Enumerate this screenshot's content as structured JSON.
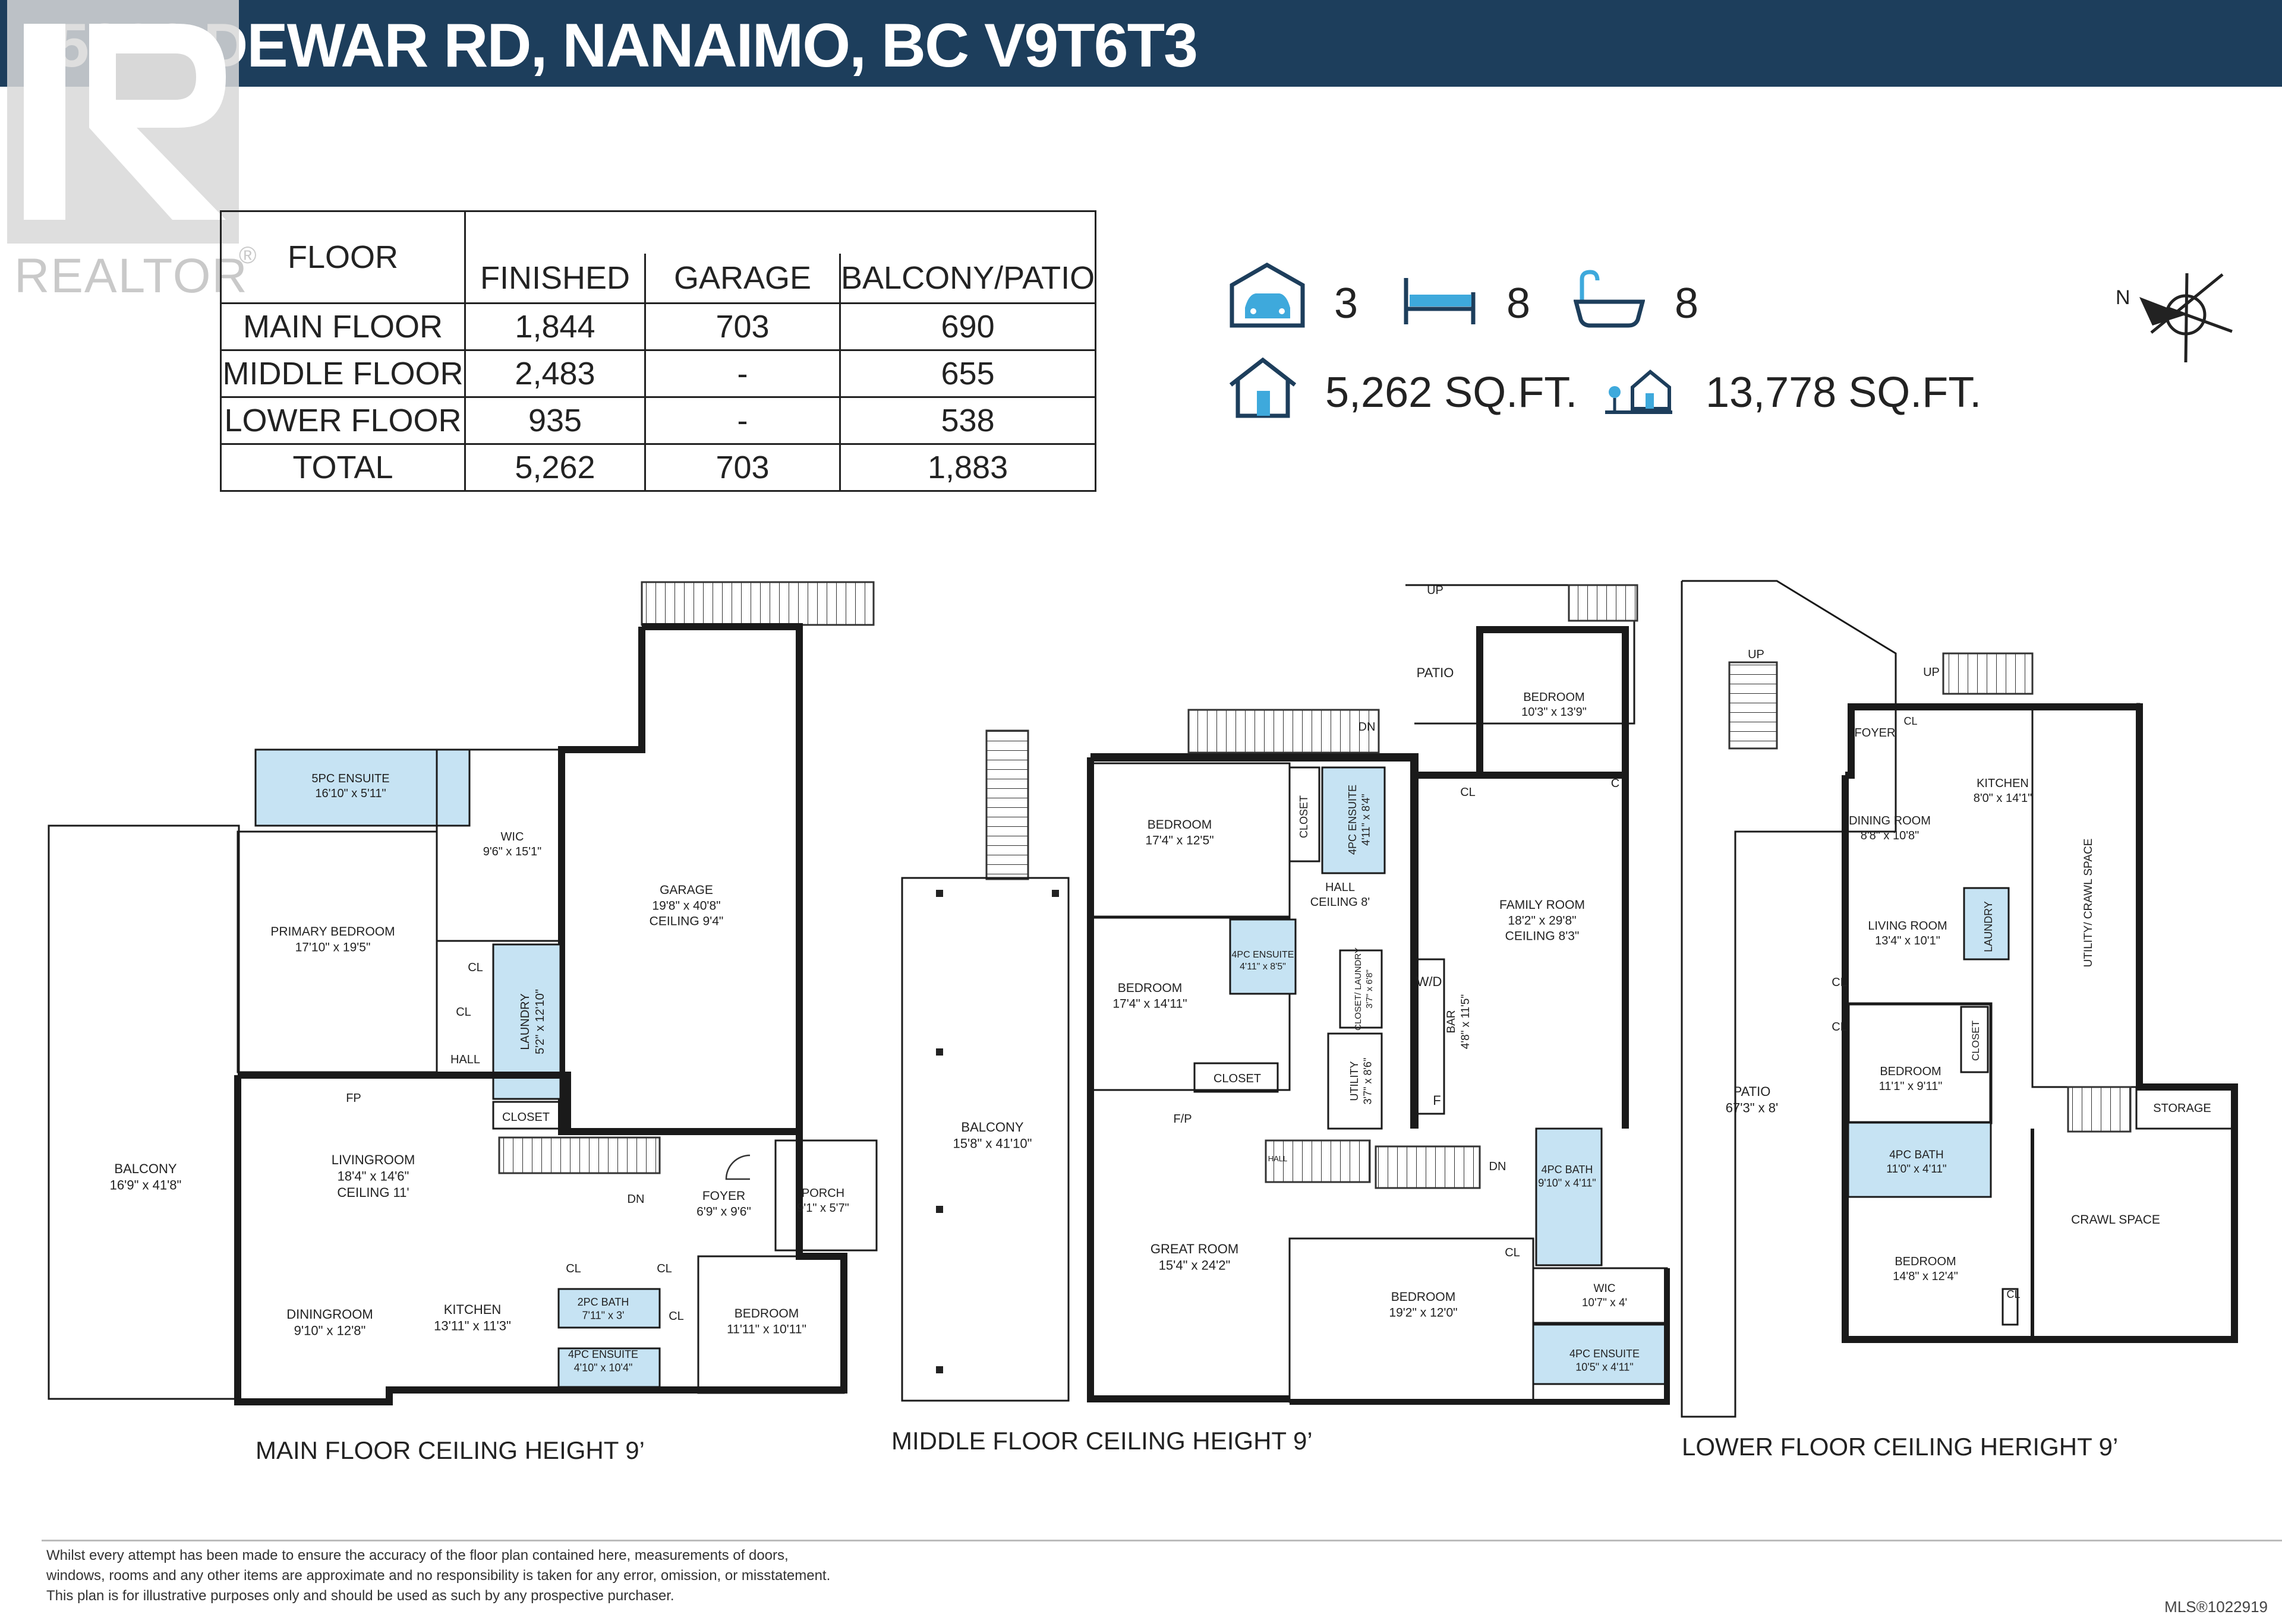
{
  "title": "5326 DEWAR RD, NANAIMO, BC V9T6T3",
  "brand": {
    "name": "REALTOR",
    "mark": "®"
  },
  "area_table": {
    "corner": "FLOOR",
    "headers": [
      "FINISHED",
      "GARAGE",
      "BALCONY/PATIO"
    ],
    "rows": [
      {
        "floor": "MAIN FLOOR",
        "finished": "1,844",
        "garage": "703",
        "balcony": "690"
      },
      {
        "floor": "MIDDLE FLOOR",
        "finished": "2,483",
        "garage": "-",
        "balcony": "655"
      },
      {
        "floor": "LOWER FLOOR",
        "finished": "935",
        "garage": "-",
        "balcony": "538"
      },
      {
        "floor": "TOTAL",
        "finished": "5,262",
        "garage": "703",
        "balcony": "1,883"
      }
    ]
  },
  "stats": {
    "garage": "3",
    "beds": "8",
    "baths": "8",
    "interior": "5,262 SQ.FT.",
    "lot": "13,778 SQ.FT."
  },
  "icons": [
    "garage-icon",
    "bed-icon",
    "bathtub-icon",
    "house-icon",
    "lot-icon",
    "compass-icon"
  ],
  "compass": {
    "north": "N"
  },
  "colors": {
    "header": "#1d3e5c",
    "room_highlight": "#c6e3f3",
    "wall": "#1a1a1a"
  },
  "floors": {
    "main": {
      "label": "MAIN FLOOR  CEILING HEIGHT 9’",
      "rooms": [
        {
          "name": "BALCONY",
          "dims": "16'9\" x 41'8\""
        },
        {
          "name": "5PC ENSUITE",
          "dims": "16'10\" x 5'11\""
        },
        {
          "name": "WIC",
          "dims": "9'6\" x 15'1\""
        },
        {
          "name": "GARAGE",
          "dims": "19'8\" x 40'8\"",
          "note": "CEILING 9'4\""
        },
        {
          "name": "PRIMARY BEDROOM",
          "dims": "17'10\" x 19'5\""
        },
        {
          "name": "LAUNDRY",
          "dims": "5'2\" x 12'10\""
        },
        {
          "name": "LIVINGROOM",
          "dims": "18'4\" x 14'6\"",
          "note": "CEILING 11'"
        },
        {
          "name": "DININGROOM",
          "dims": "9'10\" x 12'8\""
        },
        {
          "name": "KITCHEN",
          "dims": "13'11\" x 11'3\""
        },
        {
          "name": "2PC BATH",
          "dims": "7'11\" x 3'"
        },
        {
          "name": "4PC ENSUITE",
          "dims": "4'10\" x 10'4\""
        },
        {
          "name": "BEDROOM",
          "dims": "11'11\" x 10'11\""
        },
        {
          "name": "FOYER",
          "dims": "6'9\" x 9'6\""
        },
        {
          "name": "PORCH",
          "dims": "9'1\" x 5'7\""
        }
      ],
      "tags": [
        "CL",
        "CL",
        "HALL",
        "CLOSET",
        "FP",
        "DN",
        "CL",
        "CL",
        "CL"
      ]
    },
    "middle": {
      "label": "MIDDLE FLOOR  CEILING HEIGHT 9’",
      "rooms": [
        {
          "name": "BALCONY",
          "dims": "15'8\" x 41'10\""
        },
        {
          "name": "BEDROOM",
          "dims": "17'4\" x 12'5\""
        },
        {
          "name": "BEDROOM",
          "dims": "17'4\" x 14'11\""
        },
        {
          "name": "4PC ENSUITE",
          "dims": "4'11\" x 8'4\""
        },
        {
          "name": "4PC ENSUITE",
          "dims": "4'11\" x 8'5\""
        },
        {
          "name": "HALL",
          "dims": "",
          "note": "CEILING 8'"
        },
        {
          "name": "CLOSET/ LAUNDRY",
          "dims": "3'7\" x 6'8\""
        },
        {
          "name": "UTILITY",
          "dims": "3'7\" x 8'6\""
        },
        {
          "name": "BEDROOM",
          "dims": "10'3\" x 13'9\""
        },
        {
          "name": "FAMILY ROOM",
          "dims": "18'2\" x 29'8\"",
          "note": "CEILING 8'3\""
        },
        {
          "name": "BAR",
          "dims": "4'8\" x 11'5\""
        },
        {
          "name": "GREAT ROOM",
          "dims": "15'4\" x 24'2\""
        },
        {
          "name": "BEDROOM",
          "dims": "19'2\" x 12'0\""
        },
        {
          "name": "4PC BATH",
          "dims": "9'10\" x 4'11\""
        },
        {
          "name": "WIC",
          "dims": "10'7\" x 4'"
        },
        {
          "name": "4PC ENSUITE",
          "dims": "10'5\" x 4'11\""
        }
      ],
      "tags": [
        "UP",
        "PATIO",
        "DN",
        "CLOSET",
        "CLOSET",
        "CL",
        "C",
        "W/D",
        "F",
        "F/P",
        "HALL",
        "UP",
        "DN",
        "CL"
      ]
    },
    "lower": {
      "label": "LOWER FLOOR  CEILING HERIGHT 9’",
      "rooms": [
        {
          "name": "PATIO",
          "dims": "67'3\" x 8'"
        },
        {
          "name": "KITCHEN",
          "dims": "8'0\" x 14'1\""
        },
        {
          "name": "DINING ROOM",
          "dims": "8'8\" x 10'8\""
        },
        {
          "name": "LIVING ROOM",
          "dims": "13'4\" x 10'1\""
        },
        {
          "name": "LAUNDRY",
          "dims": ""
        },
        {
          "name": "UTILITY/ CRAWL SPACE",
          "dims": ""
        },
        {
          "name": "BEDROOM",
          "dims": "11'1\" x 9'11\""
        },
        {
          "name": "CLOSET",
          "dims": ""
        },
        {
          "name": "4PC BATH",
          "dims": "11'0\" x 4'11\""
        },
        {
          "name": "STORAGE",
          "dims": ""
        },
        {
          "name": "CRAWL SPACE",
          "dims": ""
        },
        {
          "name": "BEDROOM",
          "dims": "14'8\" x 12'4\""
        }
      ],
      "tags": [
        "UP",
        "UP",
        "FOYER",
        "CL",
        "CL",
        "CL",
        "CL"
      ]
    }
  },
  "disclaimer": [
    "Whilst every attempt has been made to ensure the accuracy of the floor plan contained here, measurements of doors,",
    "windows, rooms and any other items are approximate and no responsibility is taken for any error, omission, or misstatement.",
    "This plan is for illustrative purposes only and should be used as such by any prospective purchaser."
  ],
  "mls": "MLS®1022919"
}
